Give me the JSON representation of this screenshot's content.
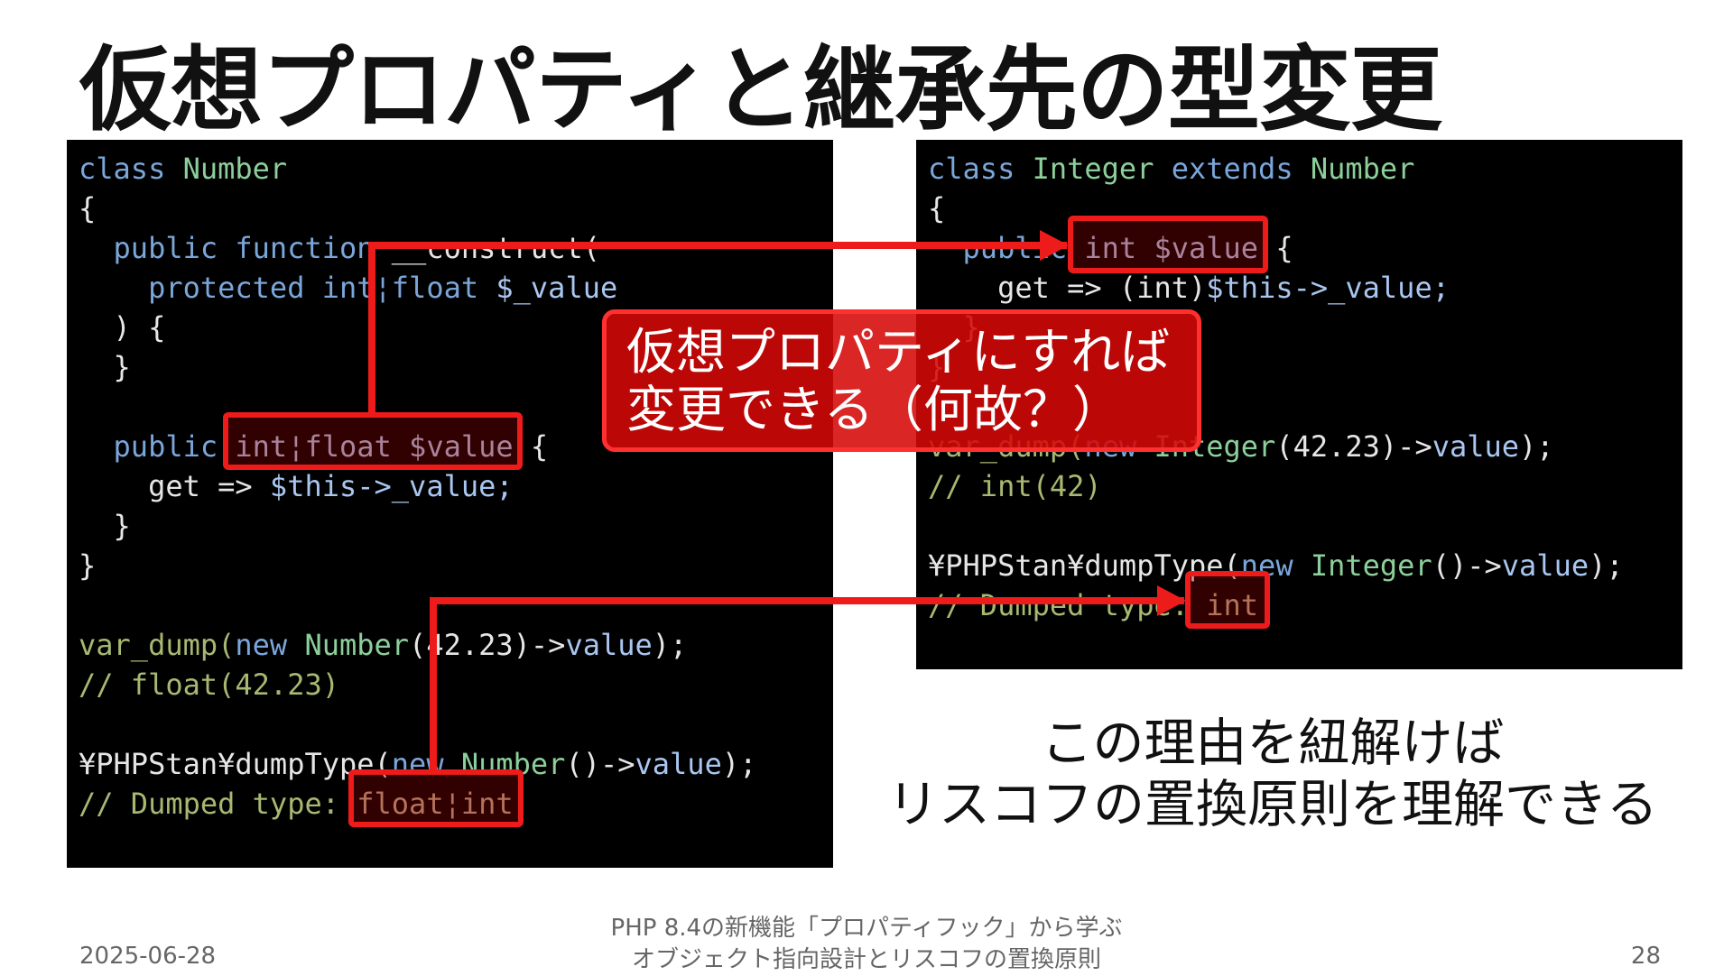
{
  "slide": {
    "title": "仮想プロパティと継承先の型変更",
    "callout": {
      "line1": "仮想プロパティにすれば",
      "line2": "変更できる（何故？）"
    },
    "note": {
      "line1": "この理由を紐解けば",
      "line2": "リスコフの置換原則を理解できる"
    },
    "footer": {
      "date": "2025-06-28",
      "subtitle_line1": "PHP 8.4の新機能「プロパティフック」から学ぶ",
      "subtitle_line2": "オブジェクト指向設計とリスコフの置換原則",
      "page": "28"
    }
  },
  "left_code": {
    "l1_kw": "class",
    "l1_ty": "Number",
    "l2": "{",
    "l3_kw1": "public",
    "l3_kw2": "function",
    "l3_tx": "__construct(",
    "l4_kw": "protected",
    "l4_ty": "int¦float",
    "l4_vr": "$_value",
    "l5": ") {",
    "l6": "}",
    "l8_kw": "public",
    "l8_hl": "int¦float $value",
    "l8_tx": "{",
    "l9_tx": "get =>",
    "l9_vr": "$this->_value;",
    "l10": "}",
    "l11": "}",
    "l13_tx1": "var_dump(",
    "l13_kw": "new",
    "l13_ty": "Number",
    "l13_tx2": "(42.23)->",
    "l13_vr": "value",
    "l13_tx3": ");",
    "l14_cm": "// float(42.23)",
    "l16_tx1": "¥PHPStan¥dumpType(",
    "l16_kw": "new",
    "l16_ty": "Number",
    "l16_tx2": "()->",
    "l16_vr": "value",
    "l16_tx3": ");",
    "l17_cm": "// Dumped type:",
    "l17_hl": "float¦int"
  },
  "right_code": {
    "r1_kw1": "class",
    "r1_ty1": "Integer",
    "r1_kw2": "extends",
    "r1_ty2": "Number",
    "r2": "{",
    "r3_kw": "public",
    "r3_hl": "int $value",
    "r3_tx": "{",
    "r4_tx": "get => (int)",
    "r4_vr": "$this->_value;",
    "r5": "}",
    "r6": "}",
    "r8_tx1": "var_dump(",
    "r8_kw": "new",
    "r8_ty": "Integer",
    "r8_tx2": "(42.23)->",
    "r8_vr": "value",
    "r8_tx3": ");",
    "r9_cm": "// int(42)",
    "r11_tx1": "¥PHPStan¥dumpType(",
    "r11_kw": "new",
    "r11_ty": "Integer",
    "r11_tx2": "()->",
    "r11_vr": "value",
    "r11_tx3": ");",
    "r12_cm": "// Dumped type:",
    "r12_hl": "int"
  }
}
